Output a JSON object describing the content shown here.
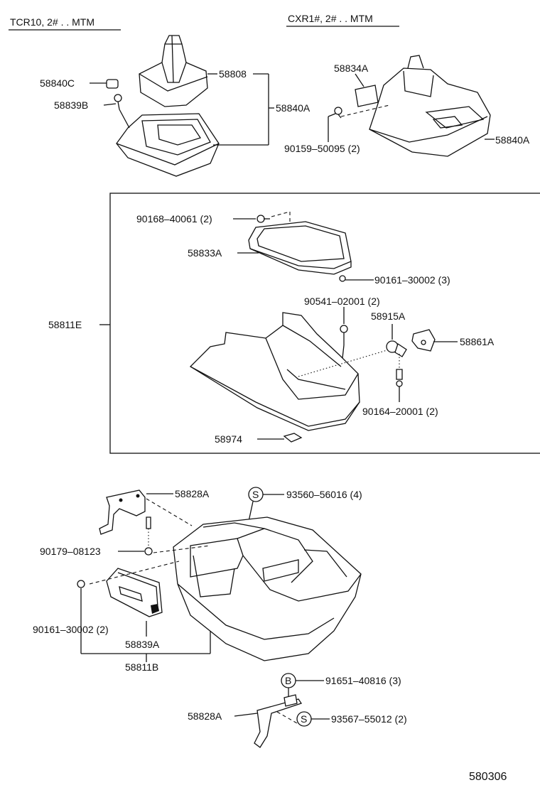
{
  "headers": {
    "left": "TCR10, 2# . . MTM",
    "right": "CXR1#, 2# . . MTM"
  },
  "parts": {
    "p58840C": "58840C",
    "p58839B": "58839B",
    "p58808": "58808",
    "p58840A_left": "58840A",
    "p58834A": "58834A",
    "p90159": "90159–50095 (2)",
    "p58840A_right": "58840A",
    "p90168": "90168–40061 (2)",
    "p58833A": "58833A",
    "p90161_upper": "90161–30002 (3)",
    "p58811E": "58811E",
    "p90541": "90541–02001 (2)",
    "p58915A": "58915A",
    "p58861A": "58861A",
    "p90164": "90164–20001 (2)",
    "p58974": "58974",
    "p58828A_upper": "58828A",
    "p93560": "93560–56016 (4)",
    "p90179": "90179–08123",
    "p90161_lower": "90161–30002 (2)",
    "p58839A": "58839A",
    "p58811B": "58811B",
    "p91651": "91651–40816 (3)",
    "p58828A_lower": "58828A",
    "p93567": "93567–55012 (2)"
  },
  "badges": {
    "s1": "S",
    "b1": "B",
    "s2": "S"
  },
  "footer": {
    "code": "580306"
  }
}
